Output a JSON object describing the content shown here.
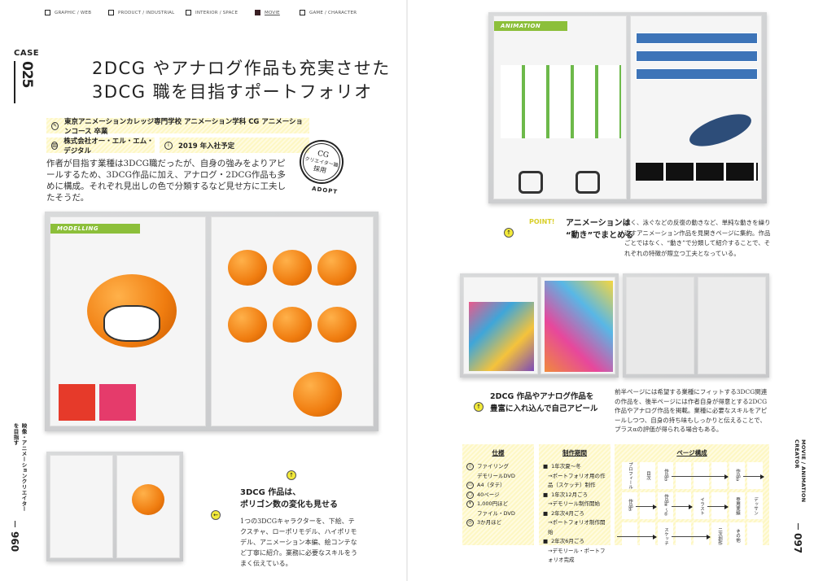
{
  "nav": {
    "items": [
      {
        "label": "GRAPHIC / WEB",
        "active": false
      },
      {
        "label": "PRODUCT / INDUSTRIAL",
        "active": false
      },
      {
        "label": "INTERIOR / SPACE",
        "active": false
      },
      {
        "label": "MOVIE",
        "active": true
      },
      {
        "label": "GAME / CHARACTER",
        "active": false
      }
    ]
  },
  "case": {
    "label": "CASE",
    "number": "025"
  },
  "title": {
    "line1": "2DCG やアナログ作品も充実させた",
    "line2": "3DCG 職を目指すポートフォリオ"
  },
  "profile": {
    "school": "東京アニメーションカレッジ専門学校 アニメーション学科 CG アニメーションコース 卒業",
    "company": "株式会社オー・エル・エム・デジタル",
    "join": "2019 年入社予定"
  },
  "lead": "作者が目指す業種は3DCG職だったが、自身の強みをよりアピールするため、3DCG作品に加え、アナログ・2DCG作品も多めに構成。それぞれ見出しの色で分類するなど見せ方に工夫したそうだ。",
  "stamp": {
    "l1": "CG",
    "l2": "クリエイター職",
    "l3": "採用",
    "adopt": "ADOPT"
  },
  "photos": {
    "modelling": "MODELLING",
    "animation": "ANIMATION"
  },
  "caption1": {
    "h1": "3DCG 作品は、",
    "h2": "ポリゴン数の変化も見せる",
    "body": "1つの3DCGキャラクターを、下絵、テクスチャ、ローポリモデル、ハイポリモデル、アニメーション本編、絵コンテなど丁寧に紹介。業務に必要なスキルをうまく伝えている。"
  },
  "point": {
    "label": "POINT!",
    "h1": "アニメーションは",
    "h2": "“動き”でまとめる",
    "body": "歩く、泳ぐなどの反復の動きなど、単純な動きを繰り返すアニメーション作品を見開きページに集約。作品ごとではなく、“動き”で分類して紹介することで、それぞれの特徴が際立つ工夫となっている。"
  },
  "caption2": {
    "h1": "2DCG 作品やアナログ作品を",
    "h2": "豊富に入れ込んで自己アピール",
    "body": "前半ページには希望する業種にフィットする3DCG関連の作品を、後半ページには作者自身が得意とする2DCG作品やアナログ作品を掲載。業種に必要なスキルをアピールしつつ、自身の持ち味もしっかりと伝えることで、プラスαの評価が得られる場合もある。"
  },
  "specs": {
    "title": "仕様",
    "items": [
      {
        "icon": "binder-icon",
        "text": "ファイリング"
      },
      {
        "icon": "",
        "text": "デモリールDVD"
      },
      {
        "icon": "paper-icon",
        "text": "A4（タテ）"
      },
      {
        "icon": "page-icon",
        "text": "40ページ"
      },
      {
        "icon": "yen-icon",
        "text": "1,000円ほど"
      },
      {
        "icon": "",
        "text": "ファイル・DVD"
      },
      {
        "icon": "clock-icon",
        "text": "3か月ほど"
      }
    ]
  },
  "period": {
    "title": "制作期間",
    "items": [
      {
        "when": "1年次夏〜冬",
        "what": "→ポートフォリオ用の作品（スケッチ）制作"
      },
      {
        "when": "1年次12月ごろ",
        "what": "→デモリール制作開始"
      },
      {
        "when": "2年次4月ごろ",
        "what": "→ポートフォリオ制作開始"
      },
      {
        "when": "2年次6月ごろ",
        "what": "→デモリール・ポートフォリオ完成"
      }
    ]
  },
  "pages": {
    "title": "ページ構成",
    "rows": [
      [
        "プロフィール",
        "目次",
        "作品①",
        "",
        "",
        "",
        "作品②",
        ""
      ],
      [
        "作品③",
        "",
        "作品④〜⑤",
        "",
        "イラスト",
        "",
        "登用実績",
        "デッサン"
      ],
      [
        "",
        "",
        "スケッチ",
        "",
        "",
        "二次創作",
        "その他",
        ""
      ]
    ]
  },
  "side": {
    "left": "映像・アニメーションクリエイターを目指す",
    "left_page": "096",
    "right": "MOVIE / ANIMATION CREATOR",
    "right_page": "097"
  },
  "colors": {
    "accent_yellow": "#f3ea3a",
    "stripe": "#fdf7c4",
    "movie_active": "#3a1f24",
    "section_green": "#8cbf3a"
  }
}
